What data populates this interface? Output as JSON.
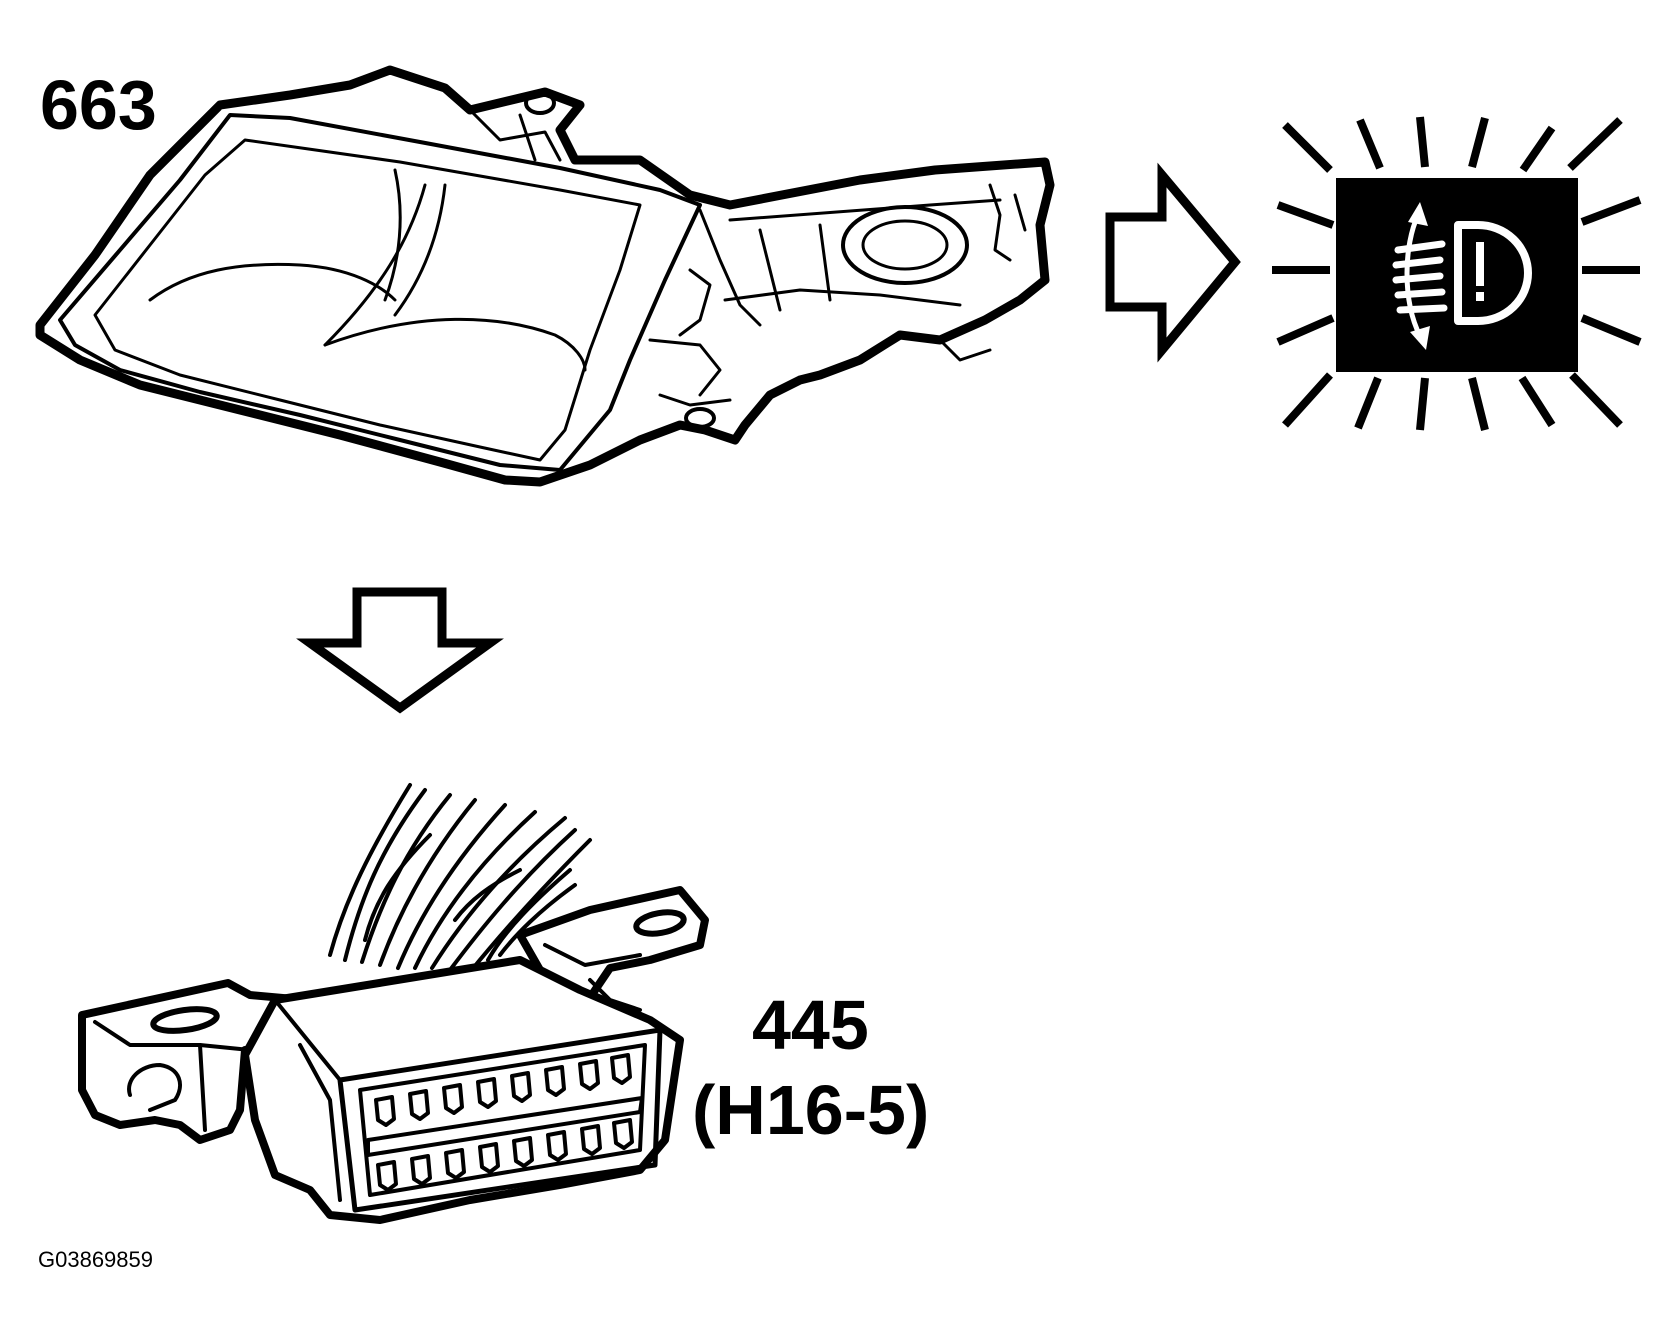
{
  "labels": {
    "headlamp_number": "663",
    "connector_number": "445",
    "connector_code": "(H16-5)",
    "figure_code": "G03869859"
  },
  "colors": {
    "ink": "#000000",
    "paper": "#ffffff"
  },
  "icons": {
    "warning_lamp": "headlight-leveling-warning-icon",
    "arrow_right": "arrow-right-icon",
    "arrow_down": "arrow-down-icon"
  }
}
